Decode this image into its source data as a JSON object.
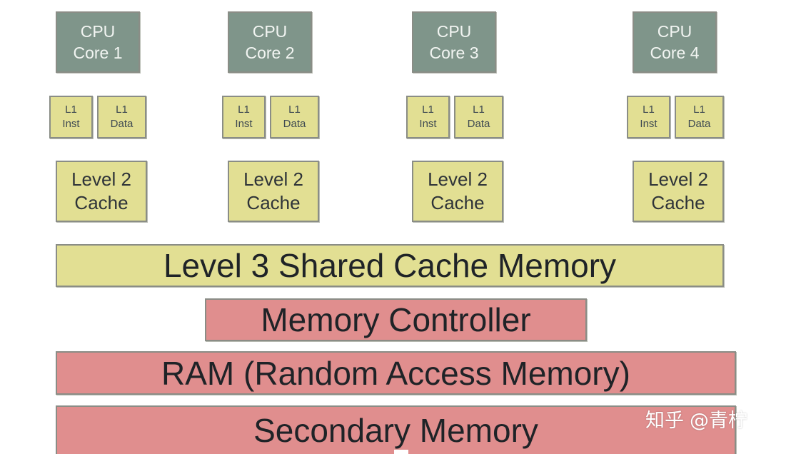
{
  "colors": {
    "core_fill": "#7f958a",
    "cache_fill": "#e2df93",
    "memory_fill": "#e08e8e",
    "border": "#8a8d86"
  },
  "cores": [
    {
      "core_line1": "CPU",
      "core_line2": "Core 1",
      "l1_inst_line1": "L1",
      "l1_inst_line2": "Inst",
      "l1_data_line1": "L1",
      "l1_data_line2": "Data",
      "l2_line1": "Level 2",
      "l2_line2": "Cache"
    },
    {
      "core_line1": "CPU",
      "core_line2": "Core 2",
      "l1_inst_line1": "L1",
      "l1_inst_line2": "Inst",
      "l1_data_line1": "L1",
      "l1_data_line2": "Data",
      "l2_line1": "Level 2",
      "l2_line2": "Cache"
    },
    {
      "core_line1": "CPU",
      "core_line2": "Core 3",
      "l1_inst_line1": "L1",
      "l1_inst_line2": "Inst",
      "l1_data_line1": "L1",
      "l1_data_line2": "Data",
      "l2_line1": "Level 2",
      "l2_line2": "Cache"
    },
    {
      "core_line1": "CPU",
      "core_line2": "Core 4",
      "l1_inst_line1": "L1",
      "l1_inst_line2": "Inst",
      "l1_data_line1": "L1",
      "l1_data_line2": "Data",
      "l2_line1": "Level 2",
      "l2_line2": "Cache"
    }
  ],
  "shared": {
    "l3": "Level 3 Shared Cache Memory",
    "memory_controller": "Memory Controller",
    "ram": "RAM (Random Access Memory)",
    "secondary": "Secondary Memory"
  },
  "watermark": {
    "platform": "知乎",
    "author": "@青柠"
  }
}
